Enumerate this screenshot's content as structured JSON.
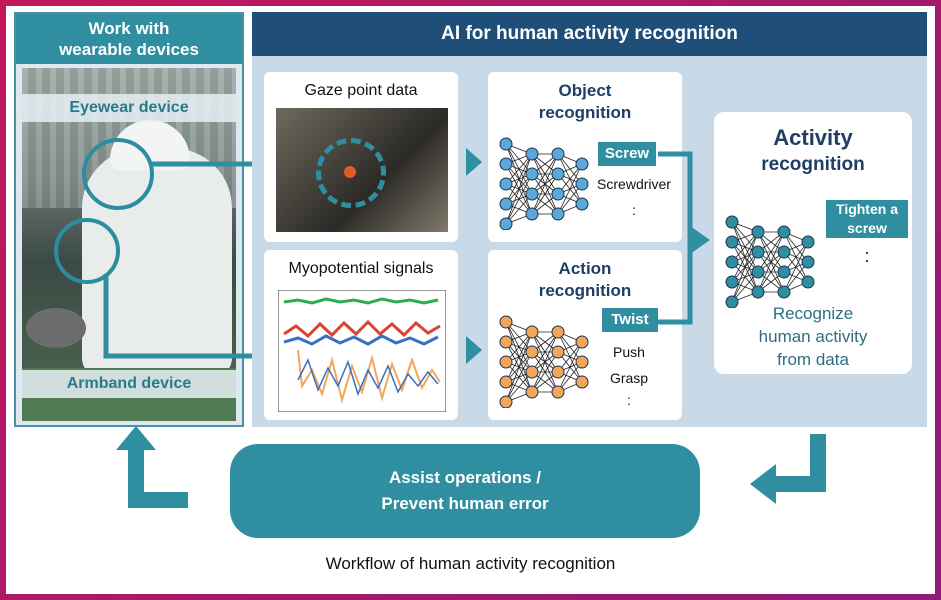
{
  "wearable": {
    "title_line1": "Work with",
    "title_line2": "wearable devices",
    "eyewear_label": "Eyewear device",
    "armband_label": "Armband device"
  },
  "ai": {
    "title": "AI for human activity recognition",
    "gaze_title": "Gaze point data",
    "myo_title": "Myopotential signals",
    "object": {
      "title_line1": "Object",
      "title_line2": "recognition",
      "tag": "Screw",
      "items": [
        "Screwdriver",
        ":"
      ]
    },
    "action": {
      "title_line1": "Action",
      "title_line2": "recognition",
      "tag": "Twist",
      "items": [
        "Push",
        "Grasp",
        ":"
      ]
    },
    "activity": {
      "title_line1": "Activity",
      "title_line2": "recognition",
      "tag_line1": "Tighten a",
      "tag_line2": "screw",
      "dots": ":",
      "desc_line1": "Recognize",
      "desc_line2": "human activity",
      "desc_line3": "from data"
    }
  },
  "assist": {
    "line1": "Assist operations /",
    "line2": "Prevent human error"
  },
  "caption": "Workflow of human activity recognition",
  "colors": {
    "teal": "#2f8fa0",
    "navy": "#1f4e79",
    "node_blue": "#5aa9d6",
    "node_orange": "#f2a65a",
    "signal_green": "#2eab4f",
    "signal_red": "#d9432f",
    "signal_blue": "#3a6fc4"
  }
}
